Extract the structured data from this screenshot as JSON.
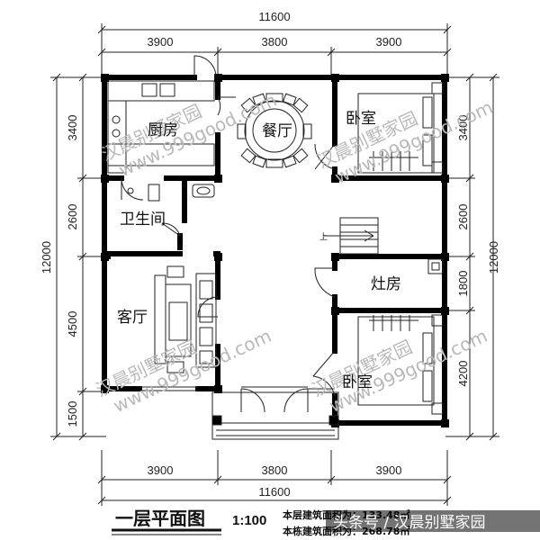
{
  "dimensions": {
    "top_total": "11600",
    "top_segments": [
      "3900",
      "3800",
      "3900"
    ],
    "bottom_segments": [
      "3900",
      "3800",
      "3900"
    ],
    "bottom_total": "11600",
    "left_segments": [
      "3400",
      "2600",
      "4500",
      "1500"
    ],
    "left_total": "12000",
    "right_segments": [
      "3400",
      "2600",
      "1800",
      "4200"
    ],
    "right_total": "12000"
  },
  "rooms": {
    "kitchen": "厨房",
    "dining": "餐厅",
    "bedroom_top": "卧室",
    "bathroom": "卫生间",
    "living": "客厅",
    "stove_room": "灶房",
    "bedroom_bottom": "卧室"
  },
  "stair_label": "上",
  "watermark": {
    "brand": "汉晨别墅家园",
    "site": "www.999good.com"
  },
  "footer": {
    "title": "一层平面图",
    "scale": "1:100",
    "floor_area": "本层建筑面积为：133.48㎡",
    "total_area": "本栋建筑面积为：268.78㎡",
    "credit": "头条号 / 汉晨别墅家园"
  },
  "colors": {
    "wall": "#000000",
    "line": "#222222",
    "watermark": "#b9b9b9",
    "credit_bg": "#000000"
  }
}
